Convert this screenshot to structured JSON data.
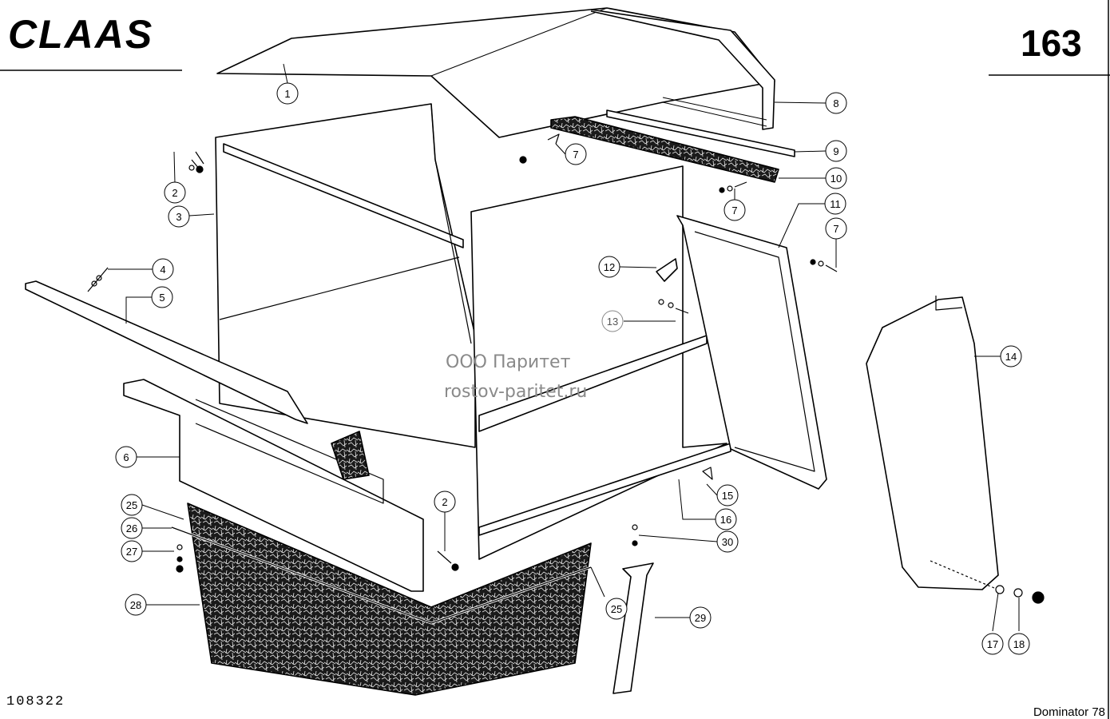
{
  "header": {
    "brand": "CLAAS",
    "page_number": "163"
  },
  "watermark": {
    "line1": "ООО Паритет",
    "line2": "rostov-paritet.ru"
  },
  "footer": {
    "drawing_number": "108322",
    "model": "Dominator 78"
  },
  "callouts": [
    "1",
    "2",
    "3",
    "4",
    "5",
    "6",
    "7",
    "8",
    "9",
    "10",
    "7",
    "11",
    "7",
    "12",
    "13",
    "14",
    "15",
    "16",
    "2",
    "25",
    "26",
    "27",
    "28",
    "25",
    "30",
    "29",
    "17",
    "18"
  ]
}
